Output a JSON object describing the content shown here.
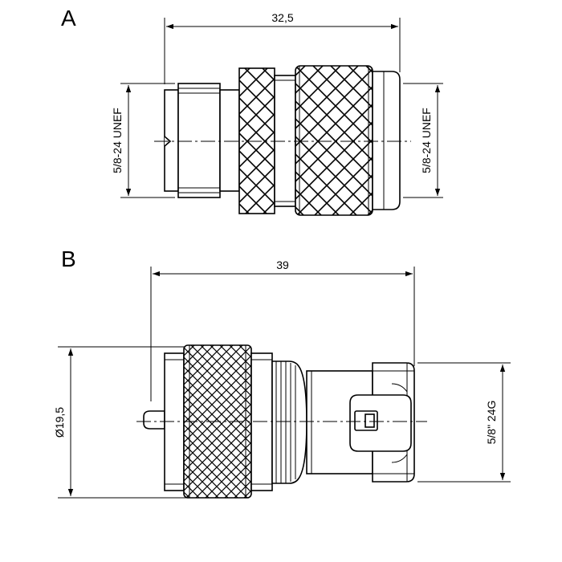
{
  "views": {
    "a": {
      "label": "A",
      "length_dim": "32,5",
      "left_thread": "5/8-24 UNEF",
      "right_thread": "5/8-24 UNEF"
    },
    "b": {
      "label": "B",
      "length_dim": "39",
      "diameter_dim": "Ø19,5",
      "right_thread": "5/8\" 24G"
    }
  },
  "colors": {
    "line": "#000000",
    "background": "#ffffff"
  }
}
